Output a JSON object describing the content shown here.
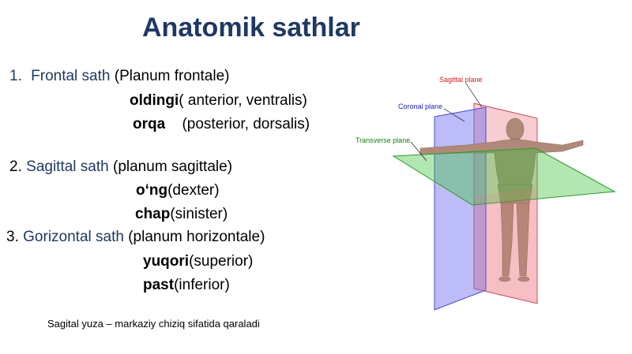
{
  "title": "Anatomik sathlar",
  "items": [
    {
      "number": "1.",
      "name": "Frontal sath",
      "latin": "(Planum frontale)"
    },
    {
      "term": "oldingi",
      "detail": "( anterior, ventralis)"
    },
    {
      "term": "orqa",
      "detail": "(posterior, dorsalis)"
    },
    {
      "number": "2.",
      "name": "Sagittal sath",
      "latin": "(planum sagittale)"
    },
    {
      "term": "o‘ng",
      "detail": "(dexter)"
    },
    {
      "term": "chap",
      "detail": "(sinister)"
    },
    {
      "number": "3.",
      "name": "Gorizontal sath",
      "latin": "(planum horizontale)"
    },
    {
      "term": "yuqori",
      "detail": "(superior)"
    },
    {
      "term": "past",
      "detail": "(inferior)"
    }
  ],
  "note": "Sagital yuza – markaziy chiziq sifatida qaraladi",
  "figure": {
    "labels": {
      "sagittal": "Sagittal plane",
      "coronal": "Coronal plane",
      "transverse": "Transverse plane"
    },
    "colors": {
      "sagittal": "#e8707a",
      "coronal": "#6a6af0",
      "transverse": "#3ec43e",
      "title": "#1f3864"
    }
  }
}
